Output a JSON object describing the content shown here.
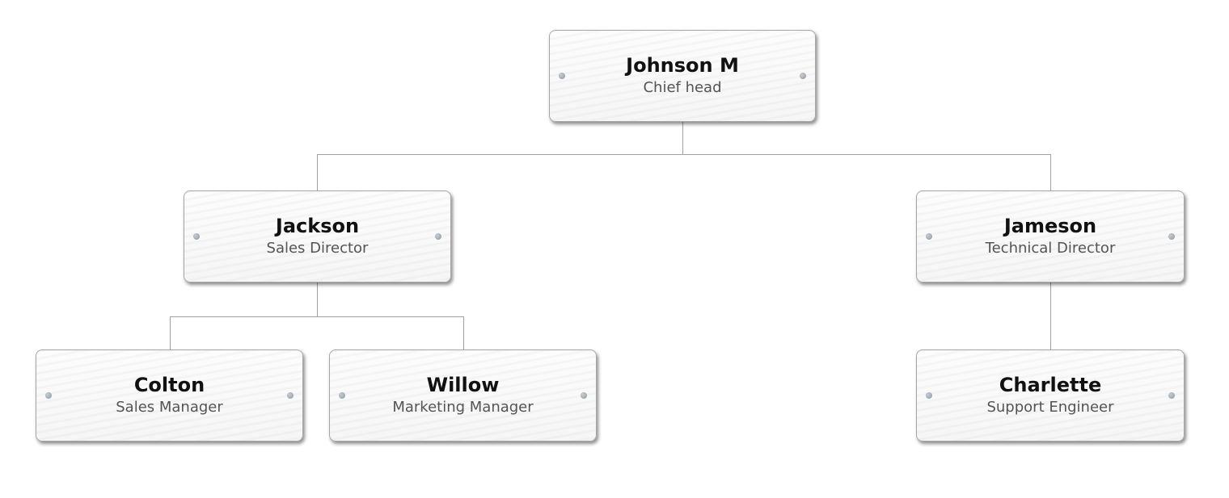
{
  "org_chart": {
    "nodes": [
      {
        "name": "Johnson M",
        "title": "Chief head"
      },
      {
        "name": "Jackson",
        "title": "Sales Director"
      },
      {
        "name": "Jameson",
        "title": "Technical Director"
      },
      {
        "name": "Colton",
        "title": "Sales Manager"
      },
      {
        "name": "Willow",
        "title": "Marketing Manager"
      },
      {
        "name": "Charlette",
        "title": "Support Engineer"
      }
    ],
    "hierarchy": [
      {
        "parent": "Johnson M",
        "children": [
          "Jackson",
          "Jameson"
        ]
      },
      {
        "parent": "Jackson",
        "children": [
          "Colton",
          "Willow"
        ]
      },
      {
        "parent": "Jameson",
        "children": [
          "Charlette"
        ]
      }
    ],
    "colors": {
      "canvas_background": "#ffffff",
      "connector_line": "#a0a0a0",
      "node_border": "#a6a6a6",
      "node_background": "#f8f8f8",
      "name_text": "#111111",
      "title_text": "#545454",
      "anchor_dot": "#9aa5ad"
    }
  }
}
